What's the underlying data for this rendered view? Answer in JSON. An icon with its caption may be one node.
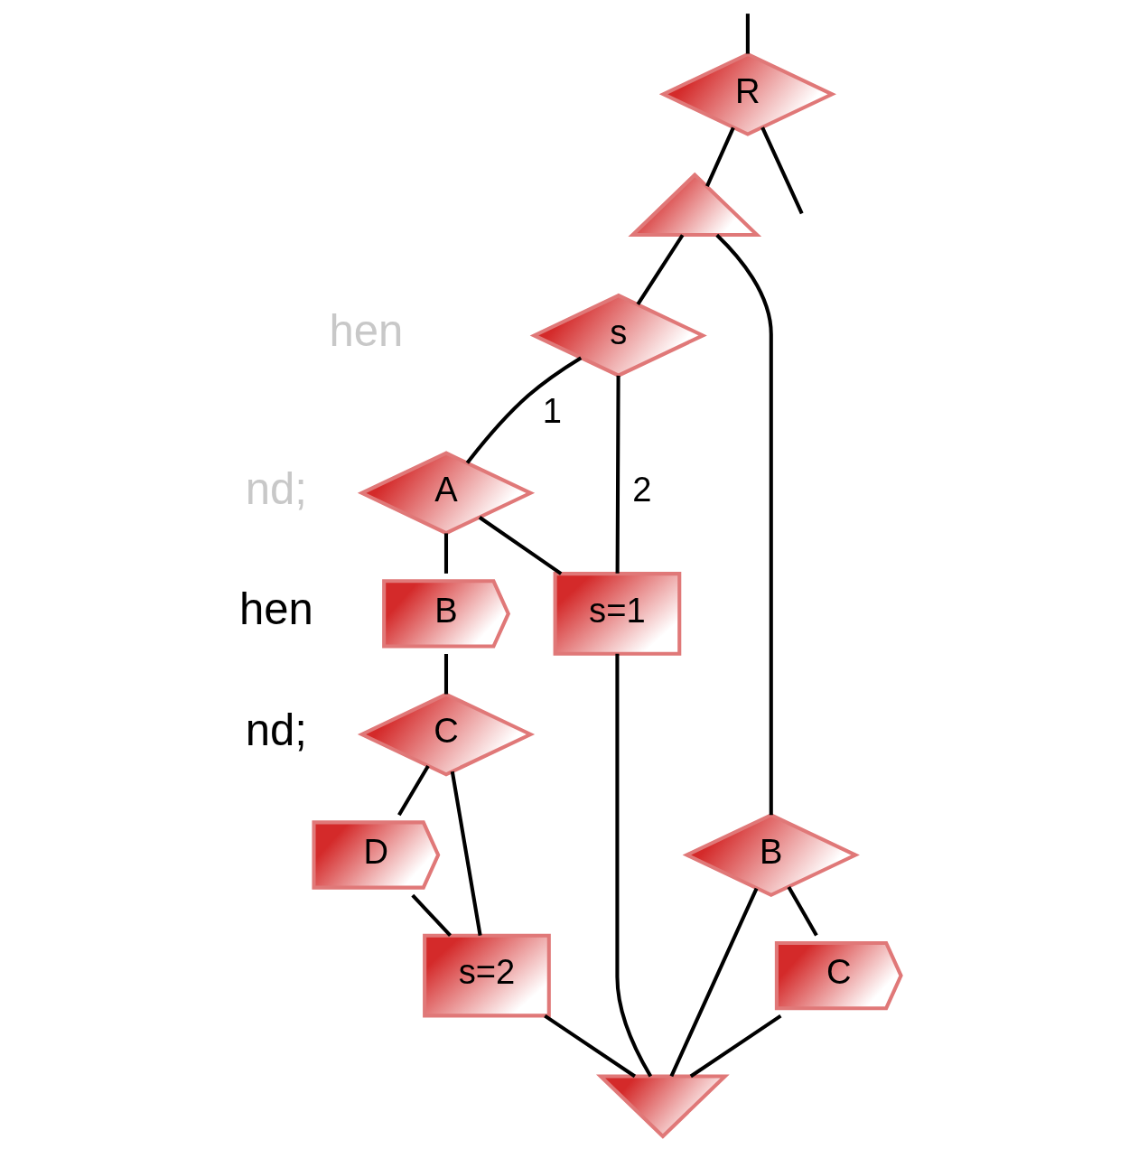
{
  "diagram": {
    "nodes": [
      {
        "text": [
          "R"
        ]
      },
      {
        "text": [],
        "shape": "triangle"
      },
      {
        "text": [
          "s"
        ]
      },
      {
        "text": [
          "A"
        ]
      },
      {
        "text": [
          "B"
        ]
      },
      {
        "text": [
          "C"
        ]
      },
      {
        "text": [
          "D"
        ]
      },
      {
        "text": [
          "s=2"
        ]
      },
      {
        "text": [
          "s=1"
        ]
      },
      {
        "text": [
          "B"
        ]
      },
      {
        "text": [
          "C"
        ]
      },
      {
        "text": [],
        "shape": "triangle"
      }
    ],
    "edges": [
      {
        "from": null,
        "to": 0,
        "arrow": "none"
      },
      {
        "from": 0,
        "to": 1,
        "arrow": "none"
      },
      {
        "from": 0,
        "to": null,
        "arrow": "none"
      },
      {
        "from": 1,
        "to": 2,
        "arrow": "none"
      },
      {
        "from": 1,
        "to": 9,
        "arrow": "none"
      },
      {
        "from": 2,
        "to": 3,
        "label": "1",
        "arrow": "none"
      },
      {
        "from": 2,
        "to": 8,
        "label": "2",
        "arrow": "none"
      },
      {
        "from": 3,
        "to": 4,
        "arrow": "none"
      },
      {
        "from": 3,
        "to": 8,
        "arrow": "none"
      },
      {
        "from": 4,
        "to": 5,
        "arrow": "none"
      },
      {
        "from": 5,
        "to": 6,
        "arrow": "none"
      },
      {
        "from": 5,
        "to": 7,
        "arrow": "none"
      },
      {
        "from": 6,
        "to": 7,
        "arrow": "none"
      },
      {
        "from": 7,
        "to": 11,
        "arrow": "none"
      },
      {
        "from": 8,
        "to": 11,
        "arrow": "none"
      },
      {
        "from": 9,
        "to": 10,
        "arrow": "none"
      },
      {
        "from": 9,
        "to": 11,
        "arrow": "none"
      },
      {
        "from": 10,
        "to": 11,
        "arrow": "none"
      }
    ],
    "labels": [
      "hen",
      "nd;",
      "hen",
      "nd;"
    ]
  }
}
